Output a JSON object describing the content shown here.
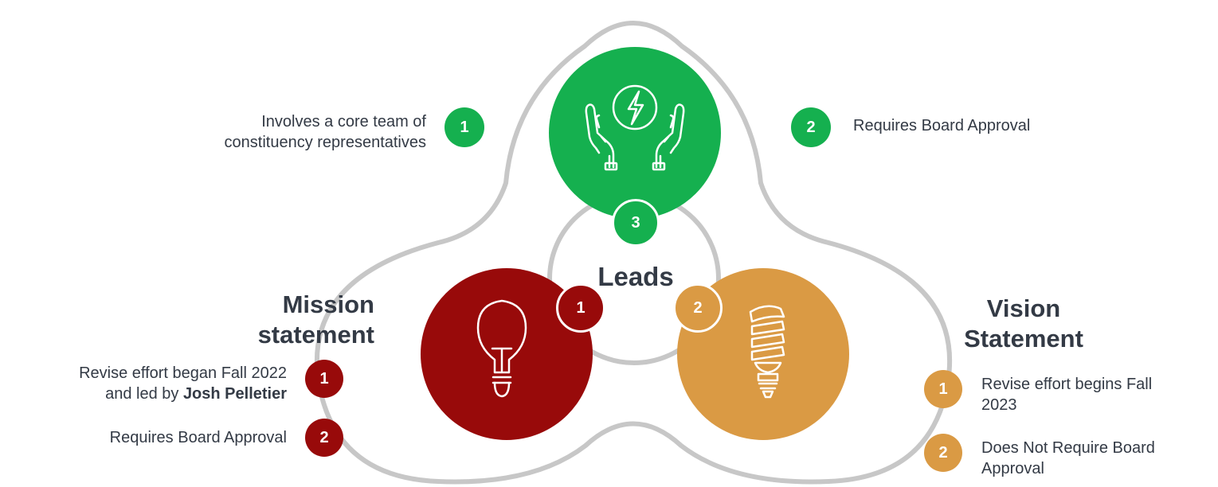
{
  "colors": {
    "green": "#15b04f",
    "red": "#980a0a",
    "orange": "#da9a44",
    "outline": "#c7c7c7",
    "text": "#333a45"
  },
  "icons": {
    "top": "hands-energy-icon",
    "left": "lightbulb-icon",
    "right": "cfl-bulb-icon"
  },
  "center": {
    "label": "Leads",
    "badge_top": "3",
    "badge_left": "1",
    "badge_right": "2"
  },
  "leads": {
    "item1": {
      "number": "1",
      "text_line1": "Involves a core team of",
      "text_line2": "constituency representatives"
    },
    "item2": {
      "number": "2",
      "text": "Requires Board Approval"
    }
  },
  "mission": {
    "title_line1": "Mission",
    "title_line2": "statement",
    "item1": {
      "number": "1",
      "text_line1": "Revise effort began Fall 2022",
      "text_prefix": "and led by ",
      "text_bold": "Josh Pelletier"
    },
    "item2": {
      "number": "2",
      "text": "Requires Board Approval"
    }
  },
  "vision": {
    "title_line1": "Vision",
    "title_line2": "Statement",
    "item1": {
      "number": "1",
      "text_line1": "Revise effort begins Fall",
      "text_line2": "2023"
    },
    "item2": {
      "number": "2",
      "text_line1": "Does Not Require Board",
      "text_line2": "Approval"
    }
  }
}
